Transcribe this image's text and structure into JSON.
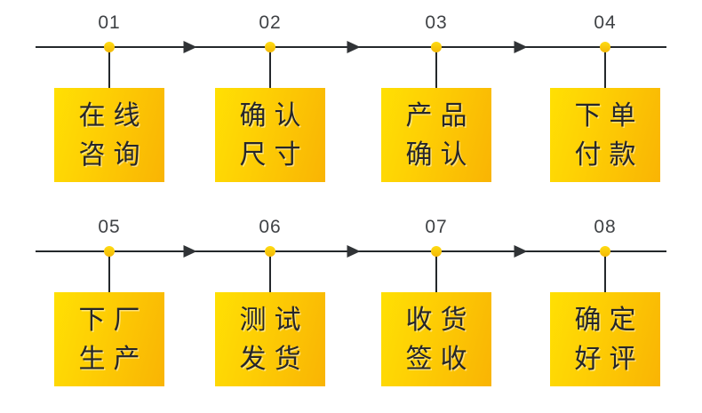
{
  "diagram": {
    "title": "order-process-flow",
    "background": "#ffffff",
    "colors": {
      "timeline_line": "#24282b",
      "arrow": "#303336",
      "dot": "#f9c404",
      "box_gradient_start": "#ffe003",
      "box_gradient_end": "#f9b404",
      "number_text": "#3f4245",
      "box_text": "#26262a"
    },
    "rows": [
      {
        "steps": [
          {
            "number": "01",
            "line1": "在线",
            "line2": "咨询"
          },
          {
            "number": "02",
            "line1": "确认",
            "line2": "尺寸"
          },
          {
            "number": "03",
            "line1": "产品",
            "line2": "确认"
          },
          {
            "number": "04",
            "line1": "下单",
            "line2": "付款"
          }
        ]
      },
      {
        "steps": [
          {
            "number": "05",
            "line1": "下厂",
            "line2": "生产"
          },
          {
            "number": "06",
            "line1": "测试",
            "line2": "发货"
          },
          {
            "number": "07",
            "line1": "收货",
            "line2": "签收"
          },
          {
            "number": "08",
            "line1": "确定",
            "line2": "好评"
          }
        ]
      }
    ]
  }
}
